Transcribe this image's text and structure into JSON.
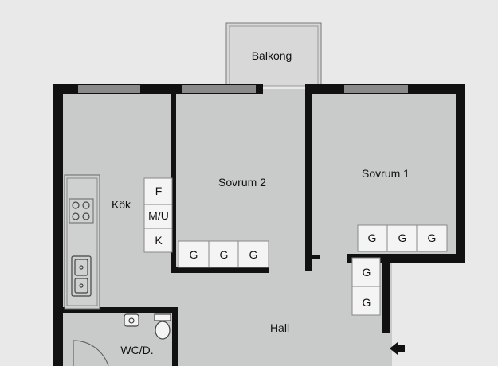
{
  "rooms": {
    "balcony": "Balkong",
    "bedroom_1": "Sovrum 1",
    "bedroom_2": "Sovrum 2",
    "kitchen": "Kök",
    "hall": "Hall",
    "wc": "WC/D."
  },
  "kitchen_units": {
    "fridge": "F",
    "microwave_oven": "M/U",
    "cabinet": "K"
  },
  "wardrobe_label": "G",
  "colors": {
    "page": "#e9e9e9",
    "floor": "#c9cbcb",
    "wall": "#111111",
    "window": "#8a8a8a",
    "fixture": "#f4f4f4",
    "entrance_arrow": "#111111"
  },
  "icons": {
    "entrance": "arrow-left-icon"
  }
}
